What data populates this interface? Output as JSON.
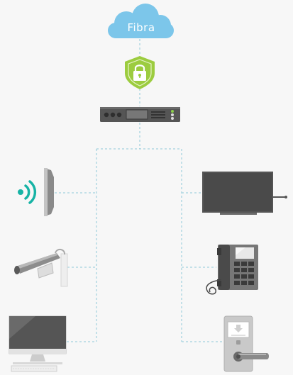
{
  "diagram": {
    "cloud_label": "Fibra",
    "nodes": [
      {
        "id": "cloud",
        "icon": "cloud-icon"
      },
      {
        "id": "firewall",
        "icon": "shield-lock-icon"
      },
      {
        "id": "switch",
        "icon": "network-switch-icon"
      },
      {
        "id": "wifi-access-point",
        "icon": "wifi-access-point-icon"
      },
      {
        "id": "security-camera",
        "icon": "security-camera-icon"
      },
      {
        "id": "desktop-computer",
        "icon": "monitor-icon"
      },
      {
        "id": "television",
        "icon": "tv-icon"
      },
      {
        "id": "desk-phone",
        "icon": "phone-icon"
      },
      {
        "id": "door-lock",
        "icon": "door-lock-icon"
      }
    ]
  },
  "colors": {
    "cloud": "#7cc6ea",
    "shield": "#9ccc3f",
    "connector": "#8fc9d8",
    "wifi": "#16b3a5",
    "device_dark": "#555555"
  }
}
